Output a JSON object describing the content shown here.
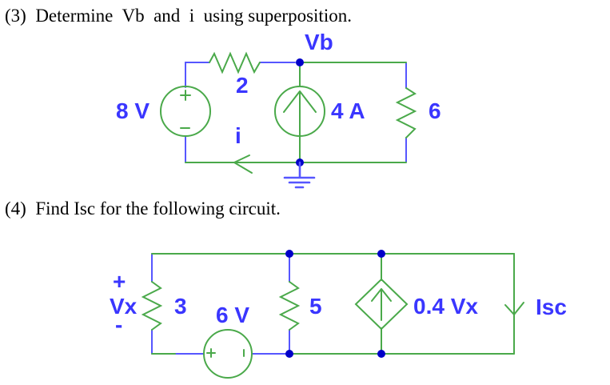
{
  "titles": {
    "problem3": "(3)  Determine  Vb  and  i  using superposition.",
    "problem4": "(4)  Find Isc for the following circuit."
  },
  "colors": {
    "background": "#ffffff",
    "title_text": "#000000",
    "wire_green": "#4aa94a",
    "wire_blue": "#5656ff",
    "label_blue": "#3a36ff",
    "junction_dot_blue": "#0000c8"
  },
  "circuit1": {
    "labels": {
      "node_voltage": "Vb",
      "top_resistor": "2",
      "voltage_source": "8 V",
      "current_source": "4 A",
      "right_resistor": "6",
      "branch_current": "i"
    },
    "symbols": {
      "voltage_source_polarity": "+ top, - bottom",
      "current_source_arrow": "up",
      "branch_current_arrow": "left",
      "ground": "earth ground at bottom center node"
    }
  },
  "circuit2": {
    "labels": {
      "vx_plus": "+",
      "vx_name": "Vx",
      "vx_minus": "-",
      "left_resistor": "3",
      "voltage_source": "6 V",
      "middle_resistor": "5",
      "dependent_source": "0.4 Vx",
      "short_circuit_current": "Isc"
    },
    "symbols": {
      "voltage_source_polarity": "+ left, - right",
      "dependent_source_arrow": "up",
      "isc_arrow": "down"
    }
  }
}
